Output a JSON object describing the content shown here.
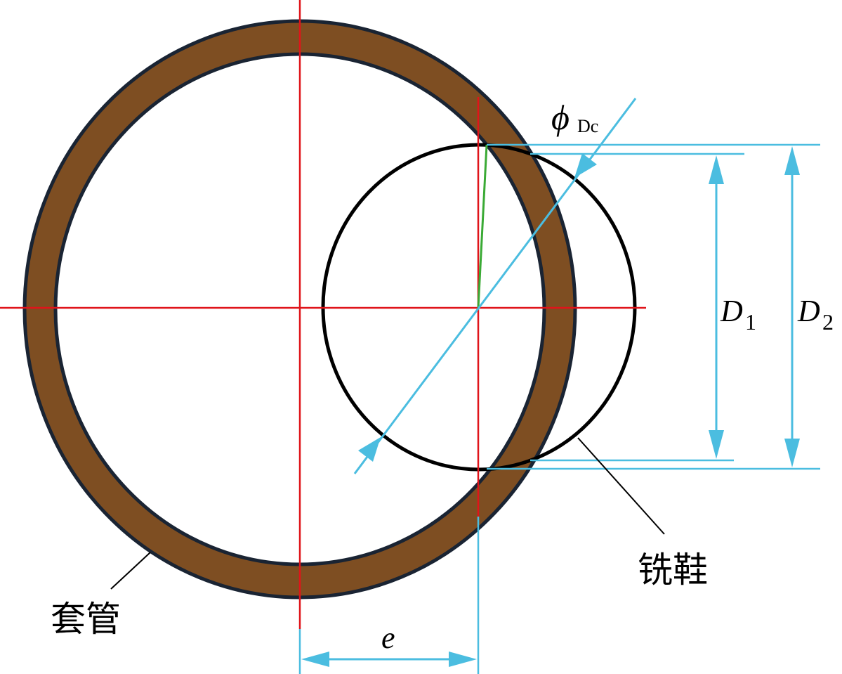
{
  "labels": {
    "casing": "套管",
    "mill_shoe": "铣鞋",
    "d1_letter": "D",
    "d1_sub": "1",
    "d2_letter": "D",
    "d2_sub": "2",
    "phi_symbol": "ϕ",
    "phi_sub": "Dc",
    "eccentricity": "e"
  },
  "colors": {
    "casing_fill": "#7e4e22",
    "casing_outline": "#1a2433",
    "center_line": "#e0141a",
    "dimension": "#4bbde0",
    "mill_shoe": "#000000",
    "radius_line": "#3aaa35"
  }
}
